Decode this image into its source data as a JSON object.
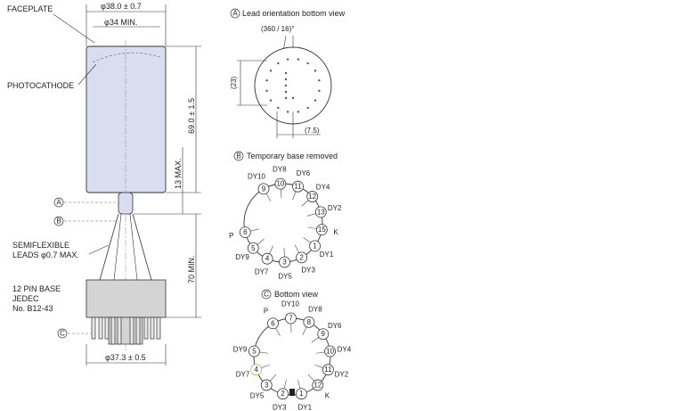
{
  "left_labels": {
    "faceplate": "FACEPLATE",
    "photocathode": "PHOTOCATHODE",
    "a_marker": "A",
    "b_marker": "B",
    "c_marker": "C",
    "leads_line1": "SEMIFLEXIBLE",
    "leads_line2": "LEADS φ0.7 MAX.",
    "base_line1": "12 PIN BASE",
    "base_line2": "JEDEC",
    "base_line3": "No. B12-43"
  },
  "dimensions": {
    "outer_diameter": "φ38.0 ± 0.7",
    "inner_diameter": "φ34 MIN.",
    "tube_length": "69.0 ± 1.5",
    "neck_max": "13 MAX.",
    "leads_min": "70 MIN.",
    "base_diameter": "φ37.3 ± 0.5"
  },
  "view_a": {
    "title": "Lead orientation bottom view",
    "marker": "A",
    "angle": "(360 / 16)°",
    "dim_height": "(23)",
    "dim_width": "(7.5)"
  },
  "view_b": {
    "title": "Temporary base removed",
    "marker": "B",
    "pins": [
      {
        "num": "9",
        "label": "DY10"
      },
      {
        "num": "10",
        "label": "DY8"
      },
      {
        "num": "11",
        "label": "DY6"
      },
      {
        "num": "12",
        "label": "DY4"
      },
      {
        "num": "13",
        "label": "DY2"
      },
      {
        "num": "15",
        "label": "K"
      },
      {
        "num": "1",
        "label": "DY1"
      },
      {
        "num": "2",
        "label": "DY3"
      },
      {
        "num": "3",
        "label": "DY5"
      },
      {
        "num": "4",
        "label": "DY7"
      },
      {
        "num": "5",
        "label": "DY9"
      },
      {
        "num": "6",
        "label": "P"
      }
    ]
  },
  "view_c": {
    "title": "Bottom view",
    "marker": "C",
    "pins": [
      {
        "num": "6",
        "label": "P"
      },
      {
        "num": "7",
        "label": "DY10"
      },
      {
        "num": "8",
        "label": "DY8"
      },
      {
        "num": "9",
        "label": "DY6"
      },
      {
        "num": "10",
        "label": "DY4"
      },
      {
        "num": "11",
        "label": "DY2"
      },
      {
        "num": "12",
        "label": "K"
      },
      {
        "num": "1",
        "label": "DY1"
      },
      {
        "num": "2",
        "label": "DY3"
      },
      {
        "num": "3",
        "label": "DY5"
      },
      {
        "num": "4",
        "label": "DY7"
      },
      {
        "num": "5",
        "label": "DY9"
      }
    ]
  },
  "colors": {
    "tube_fill": "#d8ddf0",
    "base_fill": "#d4d4d4",
    "line": "#333333",
    "pin4_circle": "#e8a040"
  }
}
